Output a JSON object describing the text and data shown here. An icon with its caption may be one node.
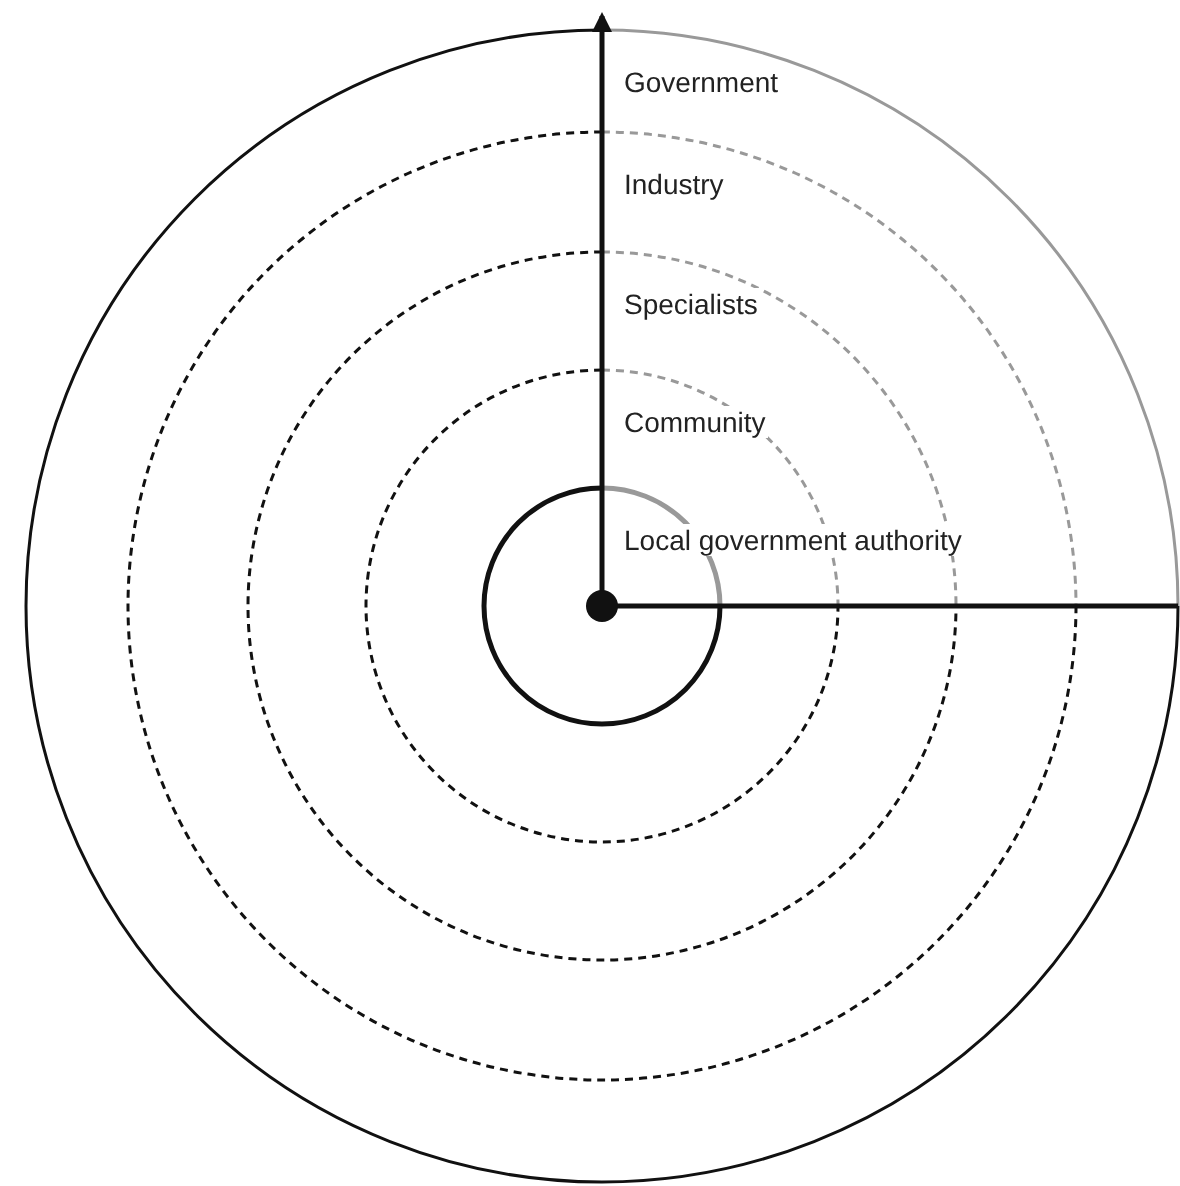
{
  "diagram": {
    "labels": [
      "Government",
      "Industry",
      "Specialists",
      "Community",
      "Local government authority"
    ]
  }
}
